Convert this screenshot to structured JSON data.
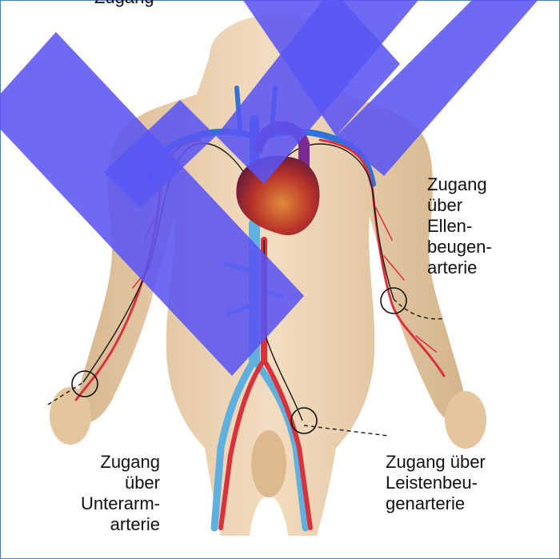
{
  "labels": {
    "top_partial": "Zugang",
    "elbow_access": "Zugang\nüber\nEllen-\nbeugen-\narterie",
    "forearm_access": "Zugang\nüber\nUnterarm-\narterie",
    "groin_access": "Zugang über\nLeistenbeu-\ngenarterie"
  },
  "colors": {
    "watermark": "#5a55f2",
    "skin": "#ecd2ad",
    "artery": "#d9323a",
    "vein": "#2f73d8",
    "frame": "#4a7fc0"
  }
}
